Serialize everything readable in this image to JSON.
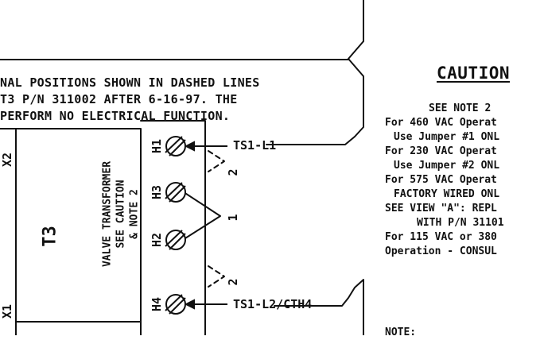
{
  "note": {
    "lines": [
      "NAL POSITIONS SHOWN IN DASHED LINES",
      " T3 P/N 311002 AFTER 6-16-97. THE",
      "PERFORM NO ELECTRICAL FUNCTION."
    ]
  },
  "transformer": {
    "name": "T3",
    "description": [
      "VALVE TRANSFORMER",
      "SEE CAUTION",
      "& NOTE 2"
    ],
    "secondary_labels": [
      "X2",
      "X1"
    ]
  },
  "terminals": [
    {
      "label": "H1"
    },
    {
      "label": "H3"
    },
    {
      "label": "H2"
    },
    {
      "label": "H4"
    }
  ],
  "jumpers": [
    "2",
    "1",
    "2"
  ],
  "wire_labels": [
    "TS1-L1",
    "TS1-L2/CTH4"
  ],
  "caution": {
    "title": "CAUTION",
    "lines": [
      "SEE NOTE 2",
      "For 460 VAC Operat",
      "Use Jumper #1 ONL",
      "For 230 VAC Operat",
      "Use Jumper #2 ONL",
      "For 575 VAC Operat",
      "FACTORY WIRED ONL",
      "SEE VIEW \"A\": REPL",
      "WITH P/N 31101",
      "For 115 VAC or 380",
      "Operation - CONSUL"
    ],
    "footer": "NOTE:"
  }
}
